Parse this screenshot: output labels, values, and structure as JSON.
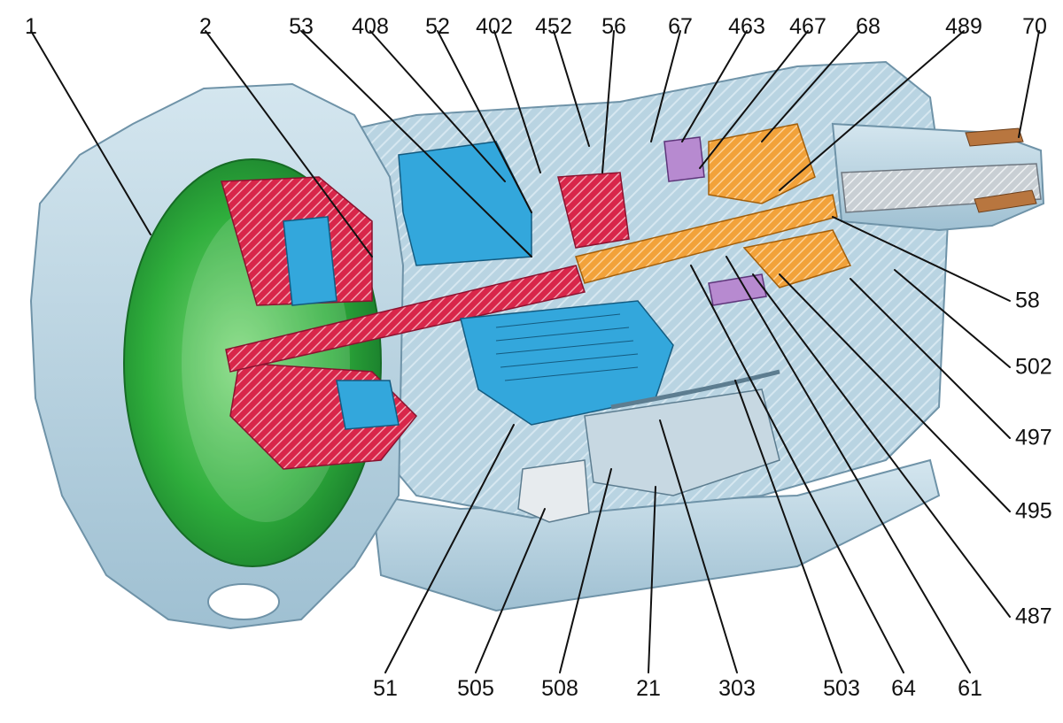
{
  "diagram": {
    "labels_top": [
      "1",
      "2",
      "53",
      "408",
      "52",
      "402",
      "452",
      "56",
      "67",
      "463",
      "467",
      "68",
      "489",
      "70"
    ],
    "labels_right": [
      "58",
      "502",
      "497",
      "495",
      "487"
    ],
    "labels_bottom": [
      "51",
      "505",
      "508",
      "21",
      "303",
      "503",
      "64",
      "61"
    ]
  },
  "colors": {
    "housing": "#b9d4e2",
    "housing_dark": "#8fb3c6",
    "torque_converter": "#2fae3c",
    "converter_inner": "#d8264a",
    "clutch_blue": "#33a7dc",
    "output_orange": "#f2a23a",
    "output_shaft": "#c9cfd4",
    "purple_part": "#b78ad0",
    "leader": "#111111"
  }
}
